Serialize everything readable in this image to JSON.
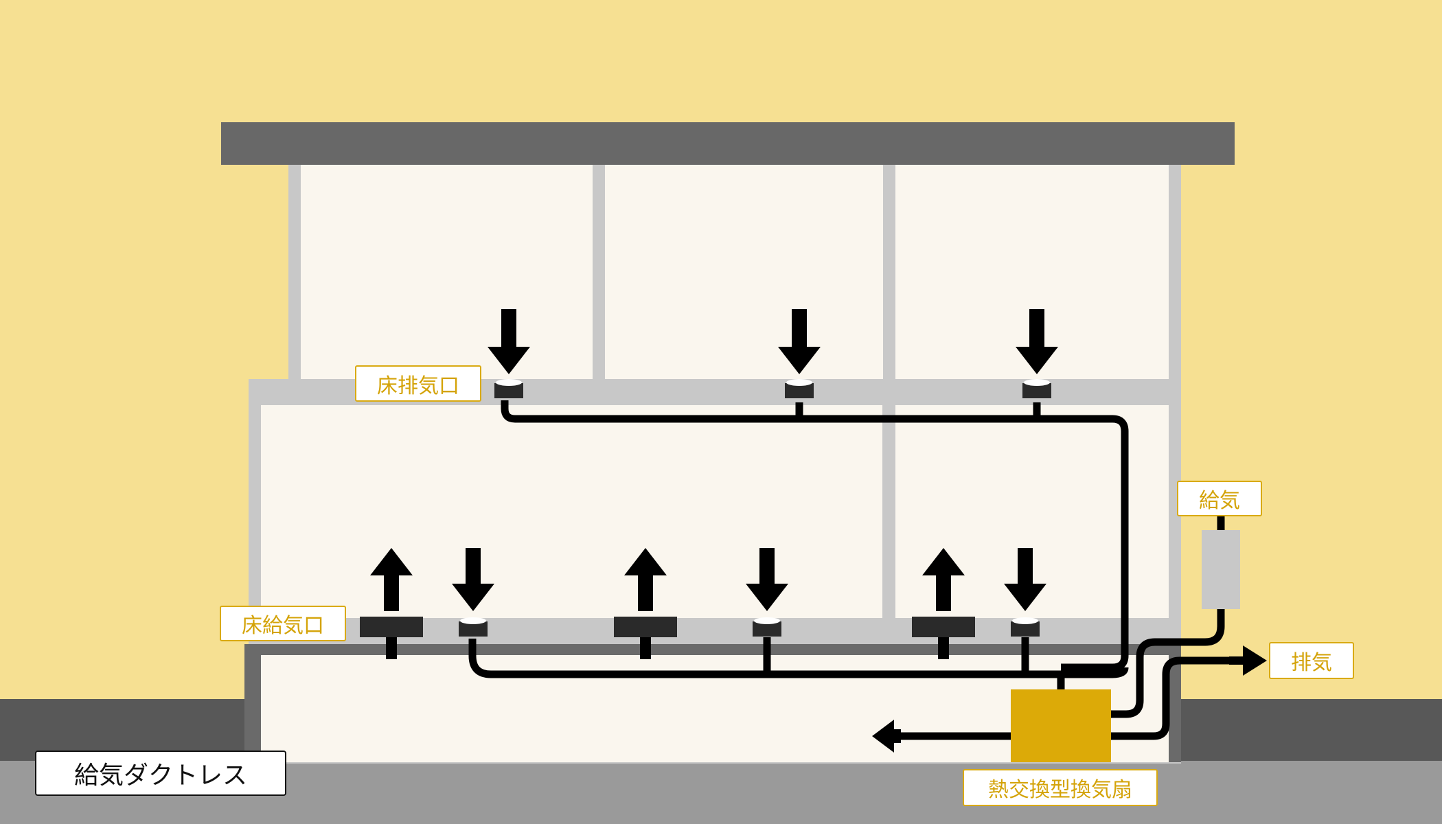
{
  "diagram": {
    "caption": "給気ダクトレス",
    "labels": {
      "floor_exhaust": "床排気口",
      "floor_supply": "床給気口",
      "supply": "給気",
      "exhaust": "排気",
      "heat_exchanger": "熱交換型換気扇"
    }
  },
  "colors": {
    "background": "#f6e092",
    "wall": "#c8c8c8",
    "room": "#faf6ee",
    "roof": "#686868",
    "ground": "#9a9a9a",
    "duct": "#000000",
    "unit": "#dcaa08",
    "label_border": "#d9aa12",
    "label_text": "#d4a308"
  }
}
